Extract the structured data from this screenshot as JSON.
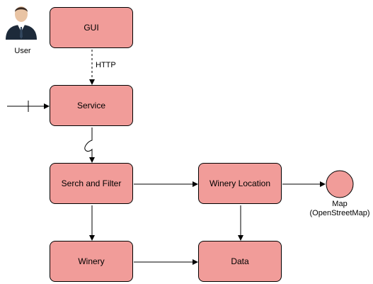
{
  "nodes": {
    "gui": "GUI",
    "service": "Service",
    "search_filter": "Serch and Filter",
    "winery_location": "Winery Location",
    "winery": "Winery",
    "data": "Data"
  },
  "actor": {
    "label": "User"
  },
  "edges": {
    "gui_service_label": "HTTP"
  },
  "map": {
    "label_line1": "Map",
    "label_line2": "(OpenStreetMap)"
  },
  "colors": {
    "node_fill": "#f19c99",
    "stroke": "#000000"
  }
}
